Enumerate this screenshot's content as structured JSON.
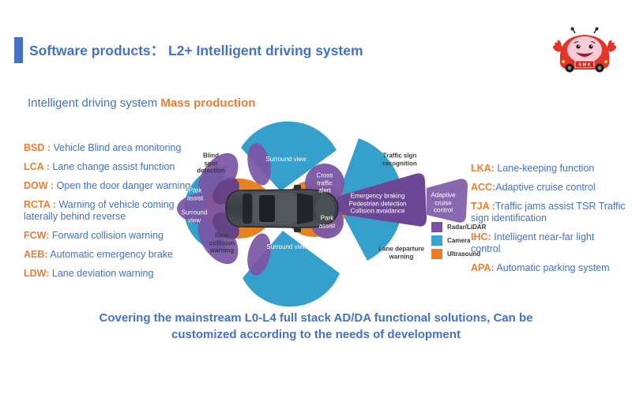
{
  "header": {
    "title": "Software products：  L2+  Intelligent driving system"
  },
  "subtitle": {
    "normal": "Intelligent driving system ",
    "highlight": "Mass production"
  },
  "mascot": {
    "plate": "S M K"
  },
  "left_column": {
    "items": [
      {
        "acronym": "BSD :",
        "desc": " Vehicle Blind area monitoring"
      },
      {
        "acronym": "LCA :",
        "desc": " Lane change assist function"
      },
      {
        "acronym": "DOW :",
        "desc": " Open the door danger warning"
      },
      {
        "acronym": "RCTA :",
        "desc": " Warning of vehicle coming laterally behind reverse"
      },
      {
        "acronym": "FCW:",
        "desc": " Forward collision warning"
      },
      {
        "acronym": "AEB:",
        "desc": " Automatic emergency brake"
      },
      {
        "acronym": "LDW:",
        "desc": " Lane deviation warning"
      }
    ]
  },
  "right_column": {
    "items": [
      {
        "acronym": "LKA:",
        "desc": " Lane-keeping function"
      },
      {
        "acronym": "ACC:",
        "desc": "Adaptive cruise control"
      },
      {
        "acronym": "TJA :",
        "desc": "Traffic jams assist TSR Traffic sign identification"
      },
      {
        "acronym": "IHC:",
        "desc": " Intelligent near-far light control"
      },
      {
        "acronym": "APA:",
        "desc": " Automatic parking system"
      }
    ]
  },
  "diagram": {
    "labels": {
      "surround_top": [
        "Surround view"
      ],
      "blind_spot": [
        "Blind",
        "spot",
        "detection"
      ],
      "park_assist_left": [
        "Park",
        "assist"
      ],
      "surround_left": [
        "Surround",
        "view"
      ],
      "rear_collision": [
        "Rear",
        "collision",
        "warning"
      ],
      "surround_bottom": [
        "Surround view"
      ],
      "cross_traffic": [
        "Cross",
        "traffic",
        "alert"
      ],
      "park_assist_front": [
        "Park",
        "assist"
      ],
      "traffic_sign": [
        "Traffic sign",
        "recognition"
      ],
      "emergency": [
        "Emergency braking",
        "Pedestrian detection",
        "Collision avoidance"
      ],
      "adaptive_cruise": [
        "Adaptive",
        "cruise",
        "control"
      ],
      "lane_departure": [
        "Lane departure",
        "warning"
      ]
    },
    "legend": {
      "items": [
        {
          "label": "Radar/LiDAR",
          "color": "#7D4FA0"
        },
        {
          "label": "Camera",
          "color": "#3BA3D0"
        },
        {
          "label": "Ultrasound",
          "color": "#EE7C1E"
        }
      ]
    },
    "colors": {
      "camera_blue": "#36A0CD",
      "radar_purple": "#6C4796",
      "radar_light_purple": "#8A68B0",
      "ultrasound_orange": "#E8821E",
      "petal_purple": "#7A55A5",
      "accent_blue": "#4472C4",
      "accent_orange": "#ED7D31"
    }
  },
  "footer": {
    "line1": "Covering the mainstream L0-L4 full stack AD/DA functional solutions, Can be",
    "line2": "customized according to the needs of development"
  }
}
